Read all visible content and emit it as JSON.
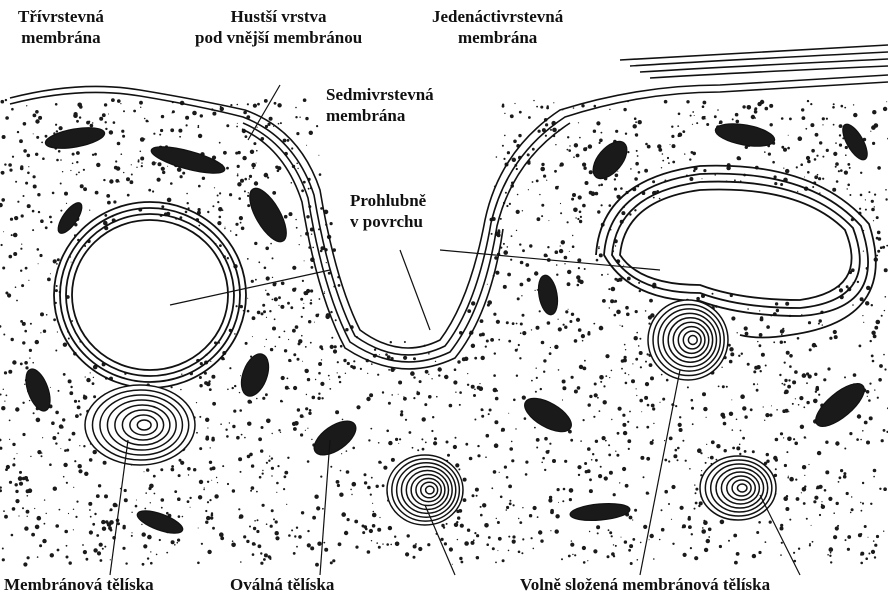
{
  "labels": {
    "three_layer": {
      "line1": "Třívrstevná",
      "line2": "membrána"
    },
    "dense_layer": {
      "line1": "Hustší vrstva",
      "line2": "pod vnější membránou"
    },
    "eleven_layer": {
      "line1": "Jedenáctivrstevná",
      "line2": "membrána"
    },
    "seven_layer": {
      "line1": "Sedmivrstevná",
      "line2": "membrána"
    },
    "surface_pit": {
      "line1": "Prohlubně",
      "line2": "v povrchu"
    },
    "membrane_bodies": "Membránová tělíska",
    "oval_bodies": "Oválná tělíska",
    "loose_bodies": "Volně složená membránová tělíska"
  },
  "colors": {
    "ink": "#111111",
    "paper": "#ffffff"
  }
}
